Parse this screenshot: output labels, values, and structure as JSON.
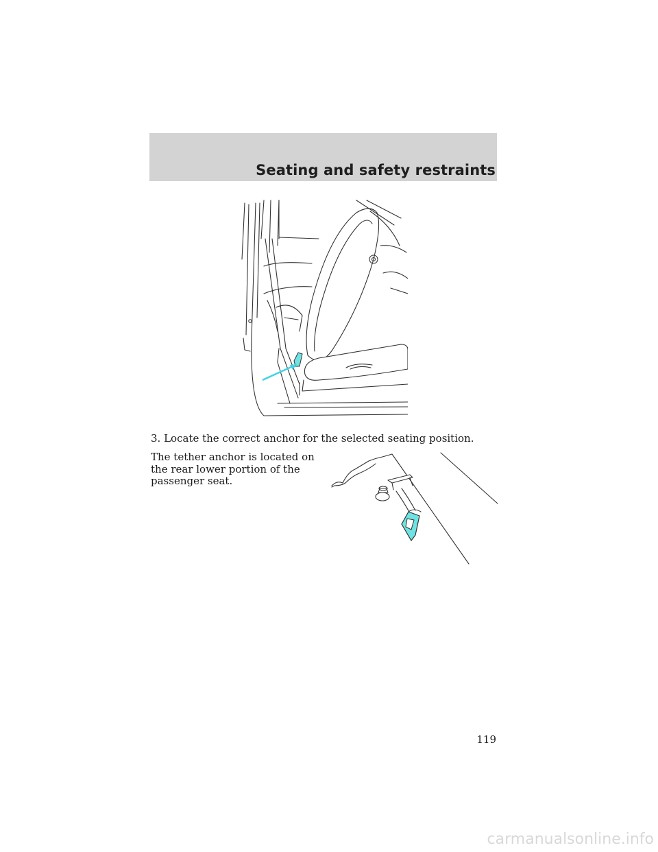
{
  "header": {
    "title": "Seating and safety restraints"
  },
  "content": {
    "step": "3. Locate the correct anchor for the selected seating position.",
    "description": "The tether anchor is located on the rear lower portion of the passenger seat."
  },
  "figures": {
    "seat_illustration": "seat-with-tether-anchor-illustration",
    "anchor_closeup": "tether-anchor-closeup-illustration",
    "accent_color": "#6fe3e3"
  },
  "footer": {
    "page_number": "119",
    "watermark": "carmanualsonline.info"
  }
}
